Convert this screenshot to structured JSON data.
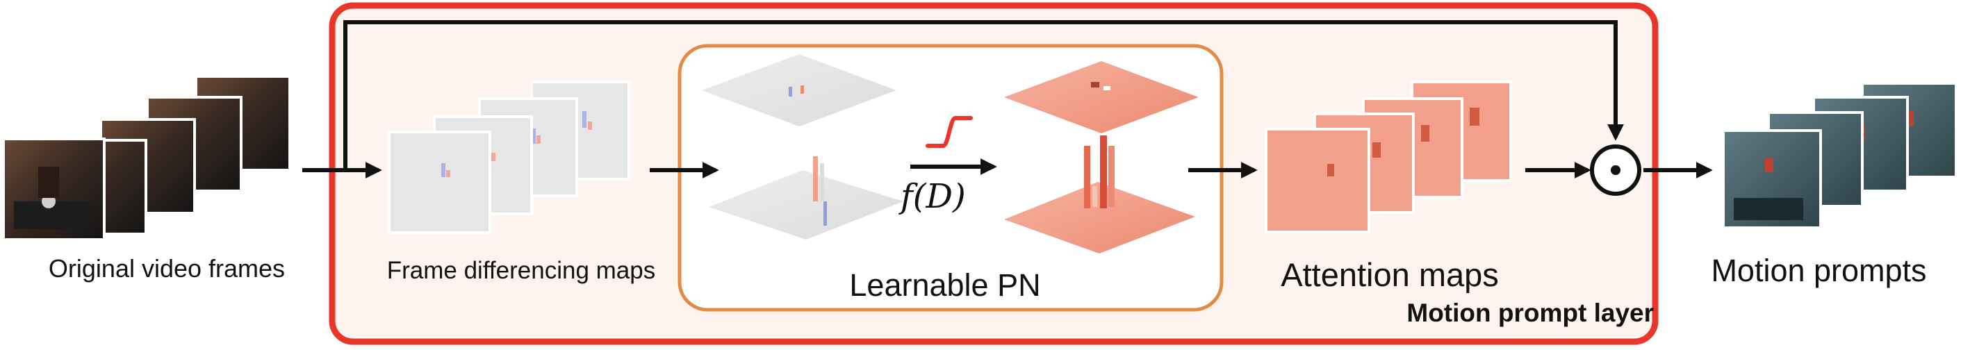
{
  "labels": {
    "original": "Original video frames",
    "diff": "Frame differencing maps",
    "pn": "Learnable PN",
    "attention": "Attention maps",
    "prompts": "Motion prompts",
    "layer": "Motion prompt layer",
    "function": "f(D)"
  },
  "colors": {
    "layer_border": "#e8372a",
    "layer_fill": "#fdf3ef",
    "pn_border": "#e58a45",
    "sigmoid": "#e8372a",
    "attention": "#f2a08b",
    "diff_map": "#e4e4e4",
    "prompt_tint": "#3f5a63"
  },
  "icons": {
    "multiply": "circled-dot-icon",
    "sigmoid": "sigmoid-curve-icon"
  }
}
